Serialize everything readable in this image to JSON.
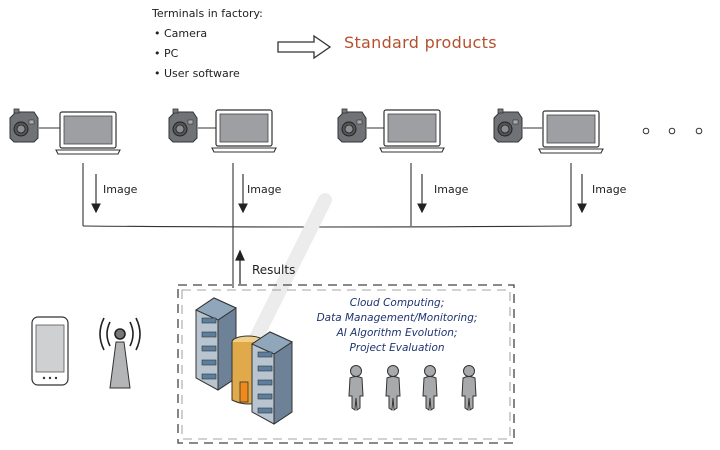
{
  "header": {
    "title": "Terminals in factory:",
    "items": [
      "Camera",
      "PC",
      "User software"
    ],
    "result": "Standard products"
  },
  "stations": [
    {
      "label": "Image"
    },
    {
      "label": "Image"
    },
    {
      "label": "Image"
    },
    {
      "label": "Image"
    }
  ],
  "ellipsis": "o o o",
  "results_label": "Results",
  "cloud": {
    "lines": [
      "Cloud Computing;",
      "Data Management/Monitoring;",
      "AI Algorithm Evolution;",
      "Project Evaluation"
    ]
  },
  "colors": {
    "accent_text": "#b5502e",
    "cloud_text": "#1f3470",
    "server_blue": "#8fa6bb",
    "storage_orange": "#e0a94a"
  }
}
